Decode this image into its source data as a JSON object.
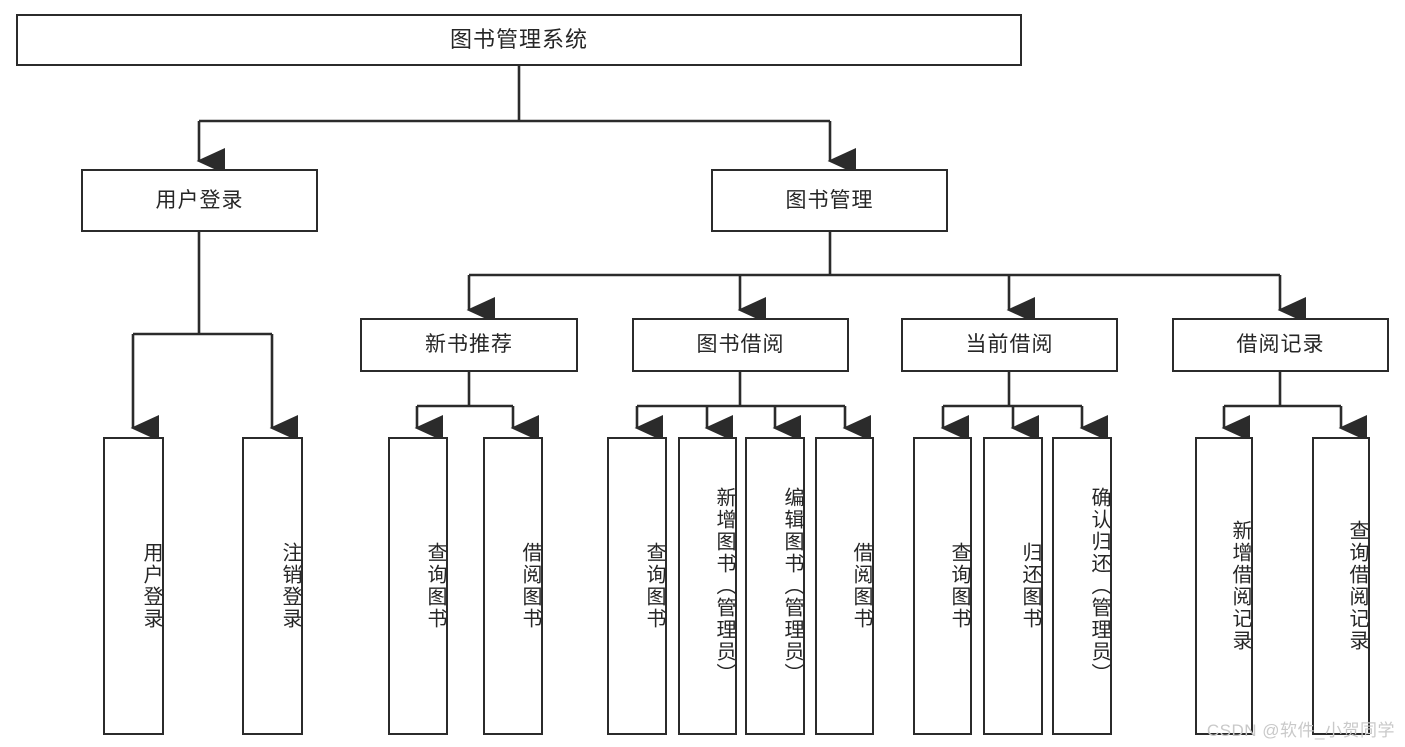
{
  "diagram": {
    "title": "图书管理系统",
    "type": "tree-hierarchy-chart",
    "watermark": "CSDN @软件_小贺同学",
    "colors": {
      "box_border": "#2b2b2b",
      "box_fill": "#ffffff",
      "line": "#2b2b2b",
      "text": "#262626",
      "watermark": "#c9c9c9",
      "background": "#ffffff"
    },
    "root": {
      "label": "图书管理系统"
    },
    "level2": [
      {
        "label": "用户登录"
      },
      {
        "label": "图书管理"
      }
    ],
    "level3": [
      {
        "label": "新书推荐"
      },
      {
        "label": "图书借阅"
      },
      {
        "label": "当前借阅"
      },
      {
        "label": "借阅记录"
      }
    ],
    "leaves": {
      "user_login": [
        {
          "label": "用户登录"
        },
        {
          "label": "注销登录"
        }
      ],
      "new_book_recommend": [
        {
          "label": "查询图书"
        },
        {
          "label": "借阅图书"
        }
      ],
      "book_borrow": [
        {
          "label": "查询图书"
        },
        {
          "label": "新增图书（管理员）"
        },
        {
          "label": "编辑图书（管理员）"
        },
        {
          "label": "借阅图书"
        }
      ],
      "current_borrow": [
        {
          "label": "查询图书"
        },
        {
          "label": "归还图书"
        },
        {
          "label": "确认归还（管理员）"
        }
      ],
      "borrow_record": [
        {
          "label": "新增借阅记录"
        },
        {
          "label": "查询借阅记录"
        }
      ]
    }
  }
}
